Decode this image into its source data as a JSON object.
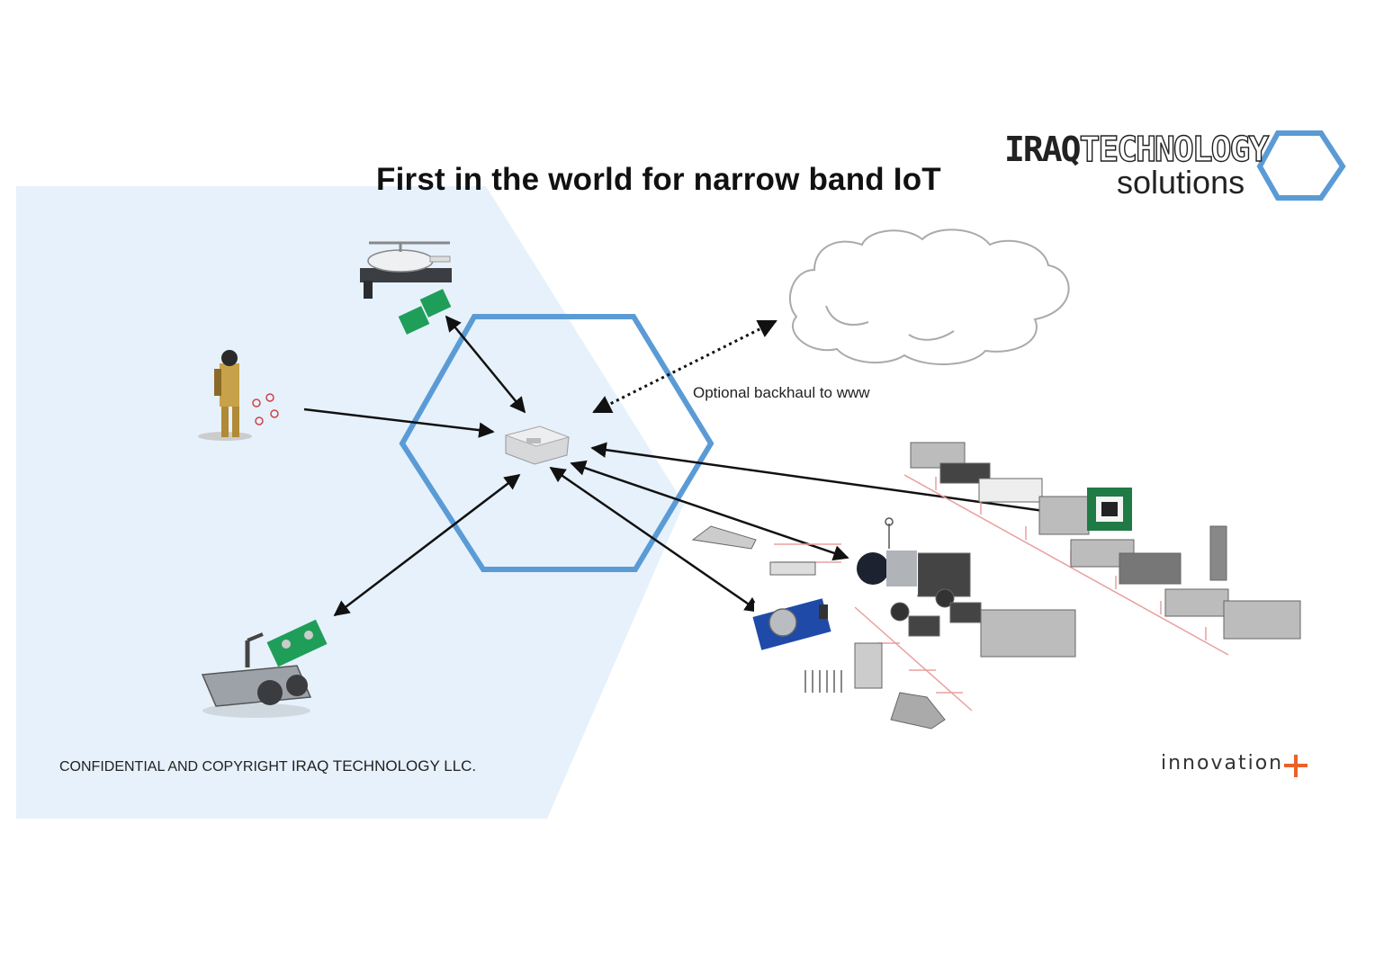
{
  "title": "First in the world for narrow band IoT",
  "logo": {
    "word_iraq": "IRAQ",
    "word_technology": "TECHNOLOGY",
    "word_solutions": "solutions",
    "hex_color": "#5b9bd5"
  },
  "cloud_label": "Optional backhaul to www",
  "footer": {
    "prefix": "CONFIDENTIAL AND COPYRIGHT",
    "company": "IRAQ TECHNOLOGY LLC."
  },
  "innovation_logo": {
    "text": "innovation",
    "plus": "+",
    "plus_color": "#e8622a"
  },
  "colors": {
    "panel": "#e6f1fb",
    "hexagon": "#5b9bd5",
    "arrow": "#111111",
    "wire": "#e8a0a0"
  },
  "icons": [
    "helicopter-drone-icon",
    "sensor-board-icon",
    "firefighter-icon",
    "gateway-base-station-icon",
    "tracked-robot-icon",
    "cloud-icon",
    "industrial-machinery-icon",
    "gas-sensor-icon",
    "string-pot-sensor-icon",
    "qr-sensor-board-icon"
  ]
}
